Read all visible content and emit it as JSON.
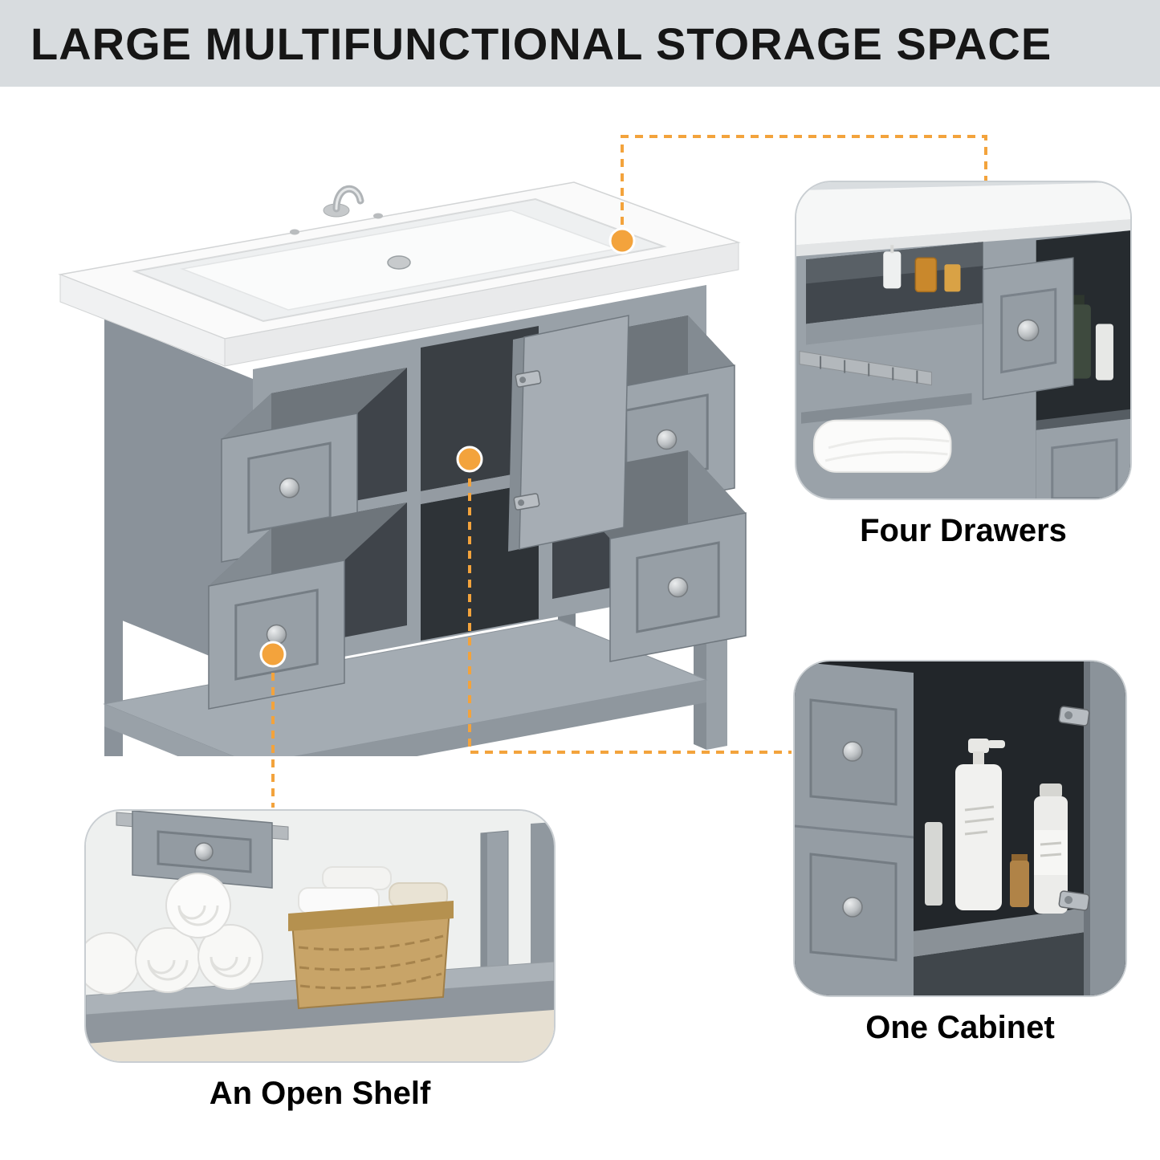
{
  "header": {
    "title": "LARGE MULTIFUNCTIONAL STORAGE SPACE"
  },
  "callouts": {
    "four_drawers": {
      "label": "Four Drawers"
    },
    "one_cabinet": {
      "label": "One Cabinet"
    },
    "open_shelf": {
      "label": "An Open Shelf"
    }
  },
  "colors": {
    "accent_orange": "#F3A33C",
    "header_bg": "#D8DCDF",
    "vanity_gray": "#9AA2A9",
    "vanity_gray_dark": "#8A929A",
    "interior_dark": "#33383D",
    "sink_white": "#F7F8F8",
    "callout_border": "#C9CED2",
    "text": "#000000"
  },
  "icons": {
    "connector_dot": "orange-circle-marker",
    "connector_line": "orange-dashed-line"
  }
}
